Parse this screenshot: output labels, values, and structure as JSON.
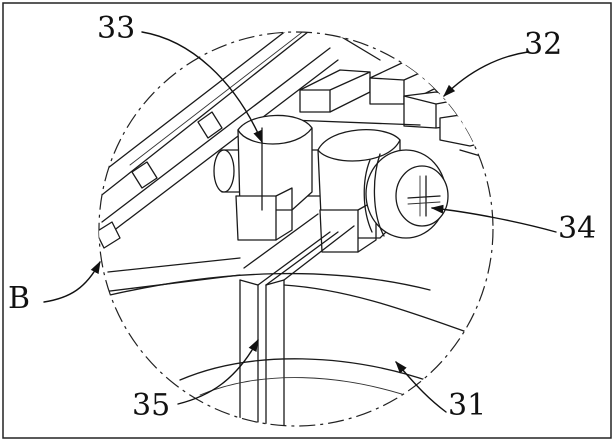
{
  "labels": {
    "label_33": "33",
    "label_32": "32",
    "label_34": "34",
    "label_B": "B",
    "label_35": "35",
    "label_31": "31"
  }
}
